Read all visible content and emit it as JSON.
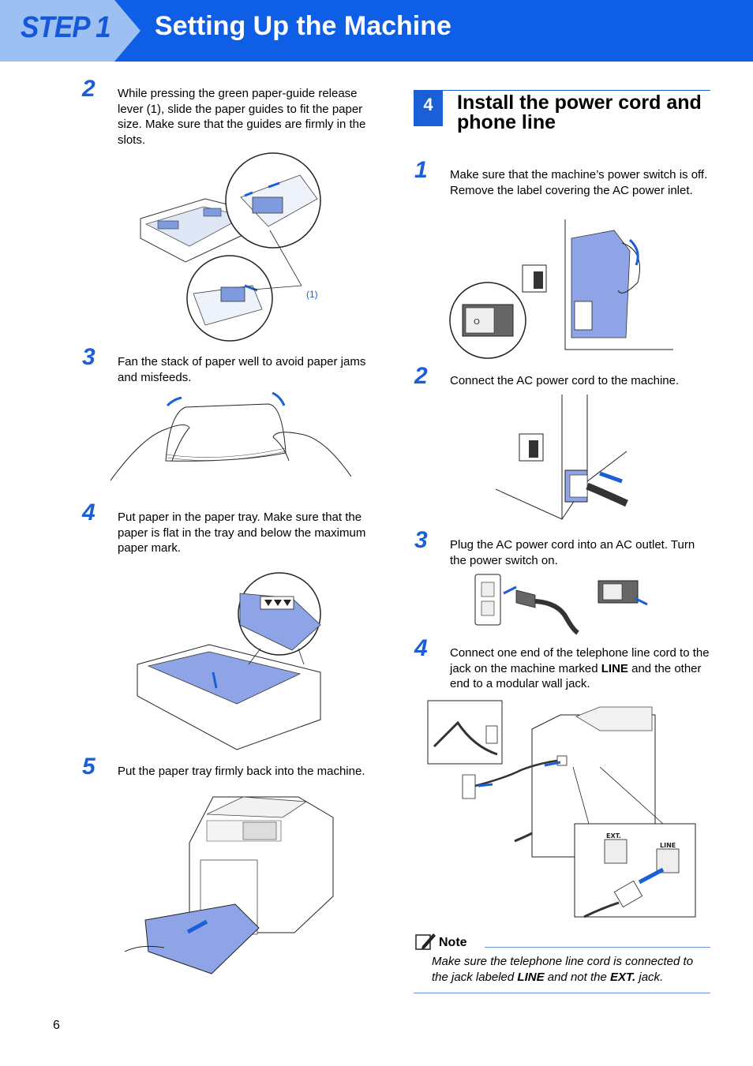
{
  "header": {
    "step_label": "STEP 1",
    "title": "Setting Up the Machine",
    "colors": {
      "bar": "#0f5fe6",
      "tab": "#9cc0f2",
      "accent": "#1a5fd6"
    }
  },
  "left_steps": [
    {
      "number": "2",
      "text": "While pressing the green paper-guide release lever (1), slide the paper guides to fit the paper size. Make sure that the guides are firmly in the slots.",
      "callout": "(1)"
    },
    {
      "number": "3",
      "text": "Fan the stack of paper well to avoid paper jams and misfeeds."
    },
    {
      "number": "4",
      "text": "Put paper in the paper tray. Make sure that the paper is flat in the tray and below the maximum paper mark."
    },
    {
      "number": "5",
      "text": "Put the paper tray firmly back into the machine."
    }
  ],
  "section": {
    "number": "4",
    "title": "Install the power cord and phone line",
    "steps": [
      {
        "number": "1",
        "text": "Make sure that the machine’s power switch is off. Remove the label covering the AC power inlet."
      },
      {
        "number": "2",
        "text": "Connect the AC power cord to the machine."
      },
      {
        "number": "3",
        "text": "Plug the AC power cord into an AC outlet. Turn the power switch on."
      },
      {
        "number": "4",
        "text_before": "Connect one end of the telephone line cord to the jack on the machine marked ",
        "text_bold": "LINE",
        "text_after": " and the other end to a modular wall jack.",
        "jack_ext": "EXT.",
        "jack_line": "LINE"
      }
    ]
  },
  "note": {
    "title": "Note",
    "text_1": "Make sure the telephone line cord is connected to the jack labeled ",
    "bold_1": "LINE",
    "text_2": " and not the ",
    "bold_2": "EXT.",
    "text_3": " jack."
  },
  "page_number": "6"
}
